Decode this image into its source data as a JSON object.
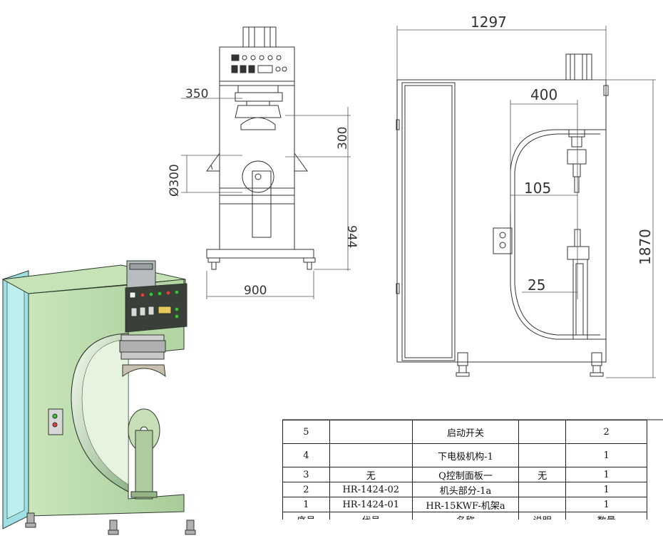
{
  "dimensions": {
    "front_width": "900",
    "front_height": "944",
    "head_width": "350",
    "head_stroke": "300",
    "wheel_diameter": "Ø300",
    "side_width": "1297",
    "side_height": "1870",
    "throat_depth": "400",
    "upper_electrode": "105",
    "lower_electrode": "25"
  },
  "bom": {
    "rows": [
      {
        "no": "5",
        "code": "",
        "name": "启动开关",
        "note": "",
        "qty": "2"
      },
      {
        "no": "4",
        "code": "",
        "name": "下电极机构-1",
        "note": "",
        "qty": "1"
      },
      {
        "no": "3",
        "code": "无",
        "name": "Q控制面板一",
        "note": "无",
        "qty": "1"
      },
      {
        "no": "2",
        "code": "HR-1424-02",
        "name": "机头部分-1a",
        "note": "",
        "qty": "1"
      },
      {
        "no": "1",
        "code": "HR-1424-01",
        "name": "HR-15KWF-机架a",
        "note": "",
        "qty": "1"
      }
    ],
    "header": {
      "no": "序号",
      "code": "代号",
      "name": "名称",
      "note": "说明",
      "qty": "数量"
    }
  },
  "colors": {
    "frame_green": "#b4d6a4",
    "panel_cyan": "#9fe0e4",
    "line": "#333333"
  }
}
